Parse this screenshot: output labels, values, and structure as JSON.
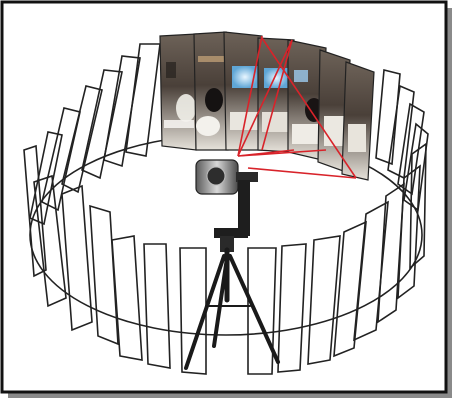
{
  "figure": {
    "caption": "",
    "colors": {
      "frame_outer": "#111111",
      "frame_shadow": "#8a8a8a",
      "panel_outline": "#222222",
      "ray": "#d8232a",
      "tripod": "#1a1a1a",
      "camera_body": "#8c8c8c",
      "image_floor": "#e9e5de",
      "image_wall": "#3a3330",
      "image_light": "#bfe3ff"
    },
    "elements": {
      "cylinder": "panorama-cylinder-of-image-planes",
      "photos": "captured-photo-frames",
      "camera": "camera-on-panoramic-head",
      "tripod": "tripod"
    }
  }
}
